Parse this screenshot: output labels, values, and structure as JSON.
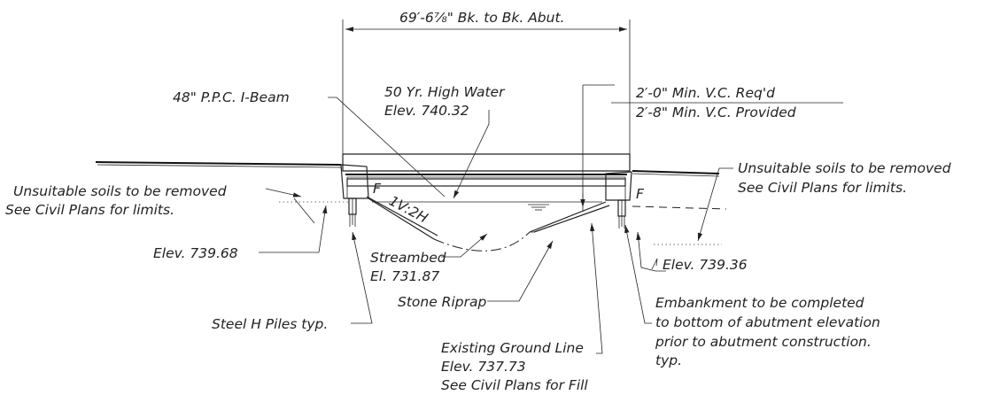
{
  "labels": {
    "span": "69′-6⅞\" Bk. to Bk. Abut.",
    "beam": "48\" P.P.C. I-Beam",
    "hw1": "50 Yr. High Water",
    "hw2": "Elev. 740.32",
    "vc1": "2′-0\" Min. V.C. Req'd",
    "vc2": "2′-8\" Min. V.C. Provided",
    "unsuitL1": "Unsuitable soils to be removed",
    "unsuitL2": "See Civil Plans for limits.",
    "unsuitR1": "Unsuitable soils to be removed",
    "unsuitR2": "See Civil Plans for limits.",
    "slope": "1V:2H",
    "fillL": "F",
    "fillR": "F",
    "elevL": "Elev. 739.68",
    "elevR": "Elev. 739.36",
    "stream1": "Streambed",
    "stream2": "El. 731.87",
    "riprap": "Stone Riprap",
    "piles": "Steel H Piles typ.",
    "emb1": "Embankment to be completed",
    "emb2": "to bottom of abutment elevation",
    "emb3": "prior to abutment construction.",
    "emb4": "typ.",
    "egl1": "Existing Ground Line",
    "egl2": "Elev. 737.73",
    "egl3": "See Civil Plans for Fill"
  },
  "colors": {
    "ink": "#222222",
    "background": "#ffffff"
  }
}
